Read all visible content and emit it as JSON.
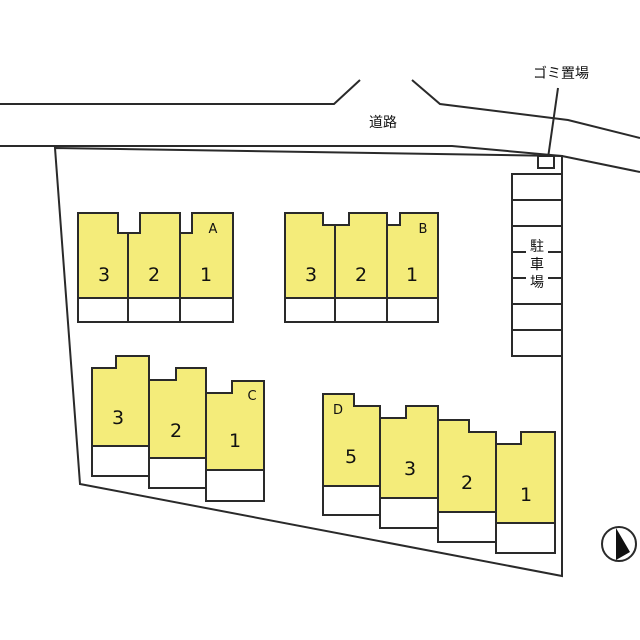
{
  "labels": {
    "road": "道路",
    "garbage": "ゴミ置場",
    "parking": [
      "駐",
      "車",
      "場"
    ]
  },
  "buildings": {
    "A": {
      "letter": "A",
      "units": [
        "3",
        "2",
        "1"
      ]
    },
    "B": {
      "letter": "B",
      "units": [
        "3",
        "2",
        "1"
      ]
    },
    "C": {
      "letter": "C",
      "units": [
        "3",
        "2",
        "1"
      ]
    },
    "D": {
      "letter": "D",
      "units": [
        "5",
        "3",
        "2",
        "1"
      ]
    }
  },
  "compass": {
    "icon": "north-arrow-icon"
  }
}
